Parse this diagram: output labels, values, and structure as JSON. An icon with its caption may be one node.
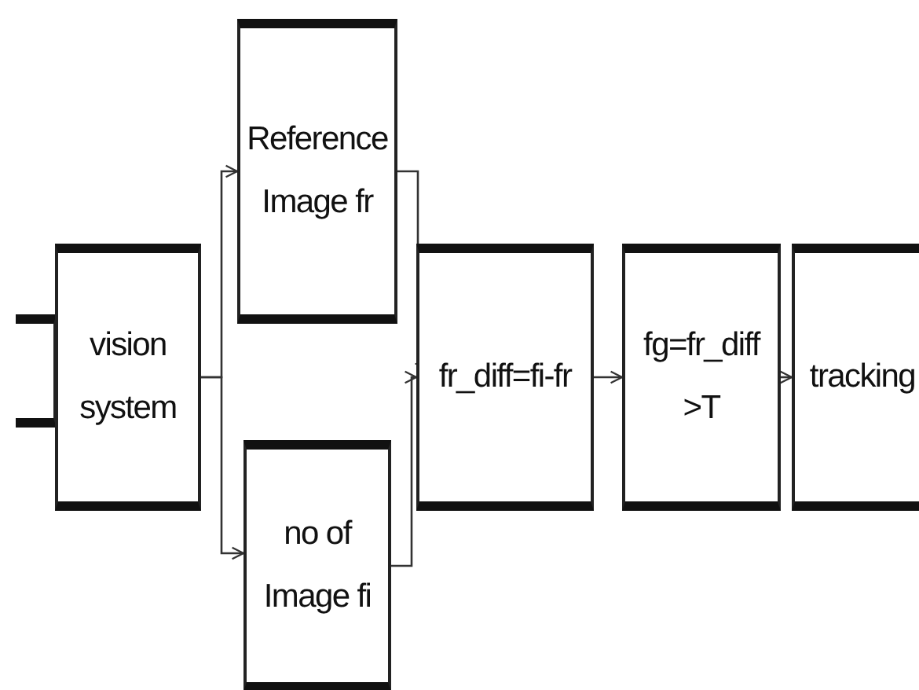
{
  "diagram": {
    "nodes": [
      {
        "text": [],
        "shape": "box"
      },
      {
        "text": [
          "vision system"
        ]
      },
      {
        "text": [
          "Reference Image fr"
        ]
      },
      {
        "text": [
          "no of Image fi"
        ]
      },
      {
        "text": [
          "fr_diff=fi-fr"
        ]
      },
      {
        "text": [
          "fg=fr_diff >T"
        ]
      },
      {
        "text": [
          "tracking"
        ]
      }
    ],
    "edges": [
      {
        "from": 1,
        "to": 2,
        "arrow": "to"
      },
      {
        "from": 1,
        "to": 3,
        "arrow": "to"
      },
      {
        "from": 2,
        "to": 4,
        "arrow": "to"
      },
      {
        "from": 3,
        "to": 4,
        "arrow": "to"
      },
      {
        "from": 4,
        "to": 5,
        "arrow": "to"
      },
      {
        "from": 5,
        "to": 6,
        "arrow": "to"
      }
    ]
  }
}
